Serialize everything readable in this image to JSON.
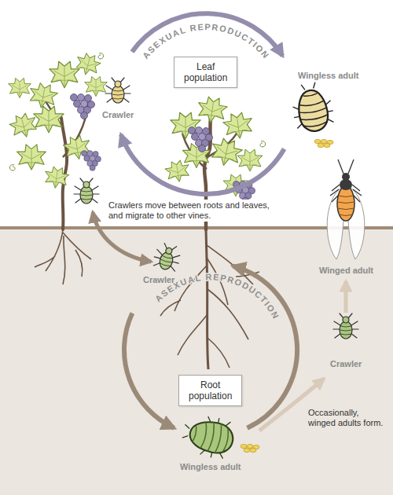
{
  "diagram": {
    "nodes": [
      {
        "text": [
          "Leaf population"
        ]
      },
      {
        "text": [
          "Root population"
        ]
      }
    ],
    "labels": [
      "ASEXUAL REPRODUCTION",
      "Crawler",
      "Wingless adult",
      "Crawlers move between roots and leaves, and migrate to other vines.",
      "Crawler",
      "ASEXUAL REPRODUCTION",
      "Winged adult",
      "Crawler",
      "Wingless adult",
      "Occasionally, winged adults form."
    ]
  }
}
